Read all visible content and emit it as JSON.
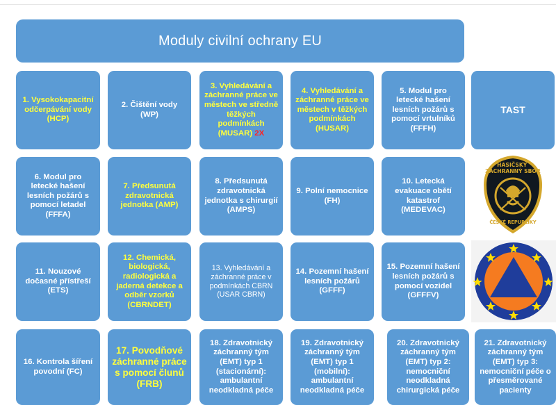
{
  "header": {
    "title": "Moduly civilní ochrany EU"
  },
  "tiles": {
    "t1": "1. Vysokokapacitní odčerpávání vody (HCP)",
    "t2": "2. Čištění vody (WP)",
    "t3": "3. Vyhledávání a záchranné práce ve městech ve středně těžkých podmínkách (MUSAR)",
    "t3_mark": "2X",
    "t4": "4. Vyhledávání a záchranné práce ve městech v těžkých podmínkách (HUSAR)",
    "t5": "5. Modul pro letecké hašení lesních požárů s pomocí vrtulníků (FFFH)",
    "tast": "TAST",
    "t6": "6. Modul pro letecké hašení lesních požárů s pomocí letadel (FFFA)",
    "t7": "7. Předsunutá zdravotnická jednotka (AMP)",
    "t8": "8. Předsunutá zdravotnická jednotka s chirurgií (AMPS)",
    "t9": "9. Polní nemocnice (FH)",
    "t10": "10. Letecká evakuace obětí katastrof (MEDEVAC)",
    "t11": "11. Nouzové dočasné přístřeší (ETS)",
    "t12": "12. Chemická, biologická, radiologická a jaderná detekce a odběr vzorků (CBRNDET)",
    "t13": "13. Vyhledávání a záchranné práce v podmínkách CBRN (USAR CBRN)",
    "t14": "14. Pozemní hašení lesních požárů (GFFF)",
    "t15": "15. Pozemní hašení lesních požárů s pomocí vozidel (GFFFV)",
    "t16": "16. Kontrola šíření povodní (FC)",
    "t17": "17. Povodňové záchranné práce s pomocí člunů (FRB)",
    "t18": "18. Zdravotnický záchranný tým (EMT) typ 1 (stacionární): ambulantní neodkladná péče",
    "t19": "19. Zdravotnický záchranný tým (EMT) typ 1 (mobilní): ambulantní neodkladná péče",
    "t20": "20. Zdravotnický záchranný tým (EMT) typ 2: nemocniční neodkladná chirurgická péče",
    "t21": "21. Zdravotnický záchranný tým (EMT) typ 3: nemocniční péče o přesměrované pacienty"
  },
  "emblems": {
    "hzs_top": "HASIČSKÝ ZÁCHRANNÝ SBOR",
    "hzs_bottom": "ČESKÉ REPUBLIKY"
  },
  "colors": {
    "tile": "#5b9bd5",
    "yellow_text": "#ffff3d",
    "red_text": "#ff2222",
    "civil_orange": "#f57b20",
    "civil_blue": "#1f3d9b",
    "badge_gold": "#d4a72c"
  }
}
